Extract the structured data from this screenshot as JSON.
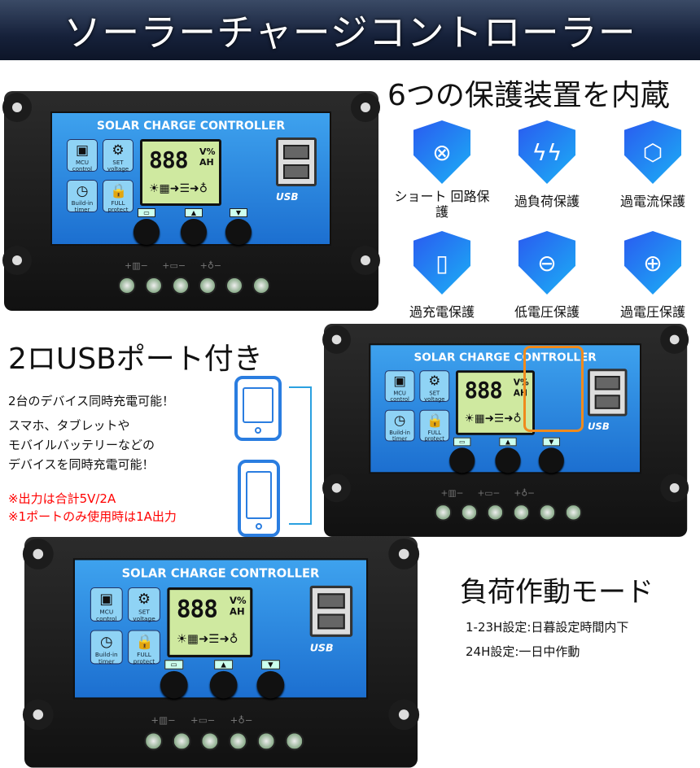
{
  "banner": {
    "title": "ソーラーチャージコントローラー"
  },
  "controller": {
    "title": "SOLAR CHARGE CONTROLLER",
    "mcu": "MCU control",
    "set": "SET voltage",
    "timer": "Build-in timer",
    "full": "FULL protect",
    "lcd_digits": "888",
    "lcd_unit_top": "V%",
    "lcd_unit_bottom": "AH",
    "usb_label": "USB"
  },
  "protection": {
    "heading": "6つの保護装置を内蔵",
    "items": [
      {
        "label": "ショート 回路保護",
        "icon": "x-circle"
      },
      {
        "label": "過負荷保護",
        "icon": "lightning"
      },
      {
        "label": "過電流保護",
        "icon": "lock-network"
      },
      {
        "label": "過充電保護",
        "icon": "battery-broken"
      },
      {
        "label": "低電圧保護",
        "icon": "voltage-down"
      },
      {
        "label": "過電圧保護",
        "icon": "voltage-up"
      }
    ]
  },
  "usb_section": {
    "heading": "2ロUSBポート付き",
    "line1": "2台のデバイス同時充電可能！",
    "line2": "スマホ、タブレットや",
    "line3": "モバイルバッテリーなどの",
    "line4": "デバイスを同時充電可能！",
    "note1": "※出力は合計5V/2A",
    "note2": "※1ポートのみ使用時は1A出力"
  },
  "load_section": {
    "heading": "負荷作動モード",
    "line1": "1-23H設定:日暮設定時間内下",
    "line2": "24H設定:一日中作動"
  },
  "colors": {
    "shield": "#2a5bf0",
    "highlight": "#f08a1c",
    "note": "#ff0000"
  }
}
